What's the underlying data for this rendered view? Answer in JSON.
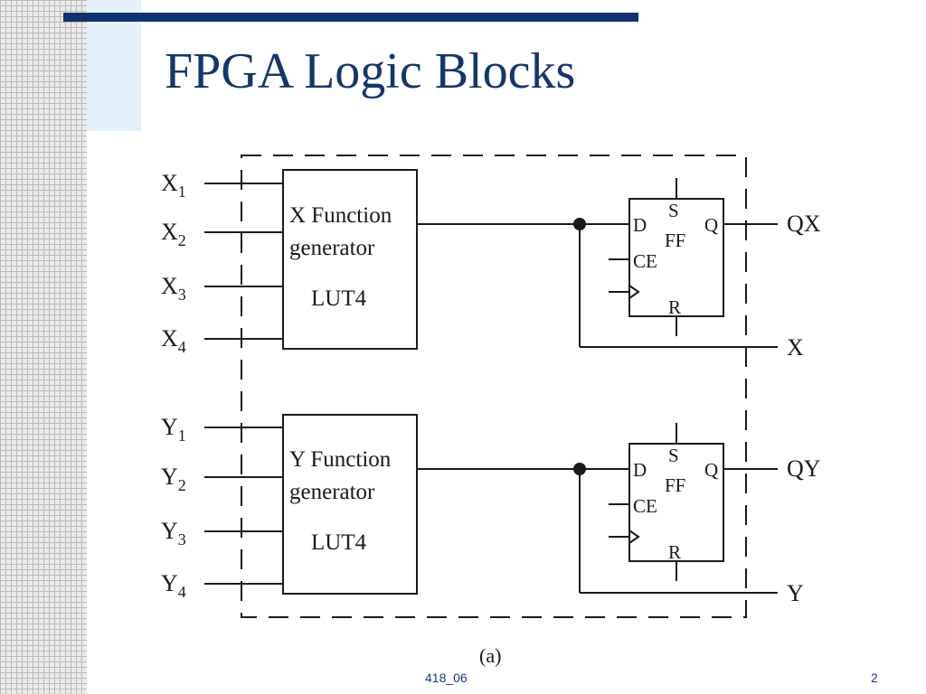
{
  "slide": {
    "title": "FPGA Logic Blocks",
    "footer_left": "418_06",
    "page_number": "2"
  },
  "diagram": {
    "caption": "(a)",
    "x_block": {
      "inputs": [
        {
          "letter": "X",
          "sub": "1"
        },
        {
          "letter": "X",
          "sub": "2"
        },
        {
          "letter": "X",
          "sub": "3"
        },
        {
          "letter": "X",
          "sub": "4"
        }
      ],
      "lut_line1": "X Function",
      "lut_line2": "generator",
      "lut_line3": "LUT4",
      "ff": {
        "s": "S",
        "d": "D",
        "ff": "FF",
        "q": "Q",
        "ce": "CE",
        "r": "R"
      },
      "out_q": "QX",
      "out_comb": "X"
    },
    "y_block": {
      "inputs": [
        {
          "letter": "Y",
          "sub": "1"
        },
        {
          "letter": "Y",
          "sub": "2"
        },
        {
          "letter": "Y",
          "sub": "3"
        },
        {
          "letter": "Y",
          "sub": "4"
        }
      ],
      "lut_line1": "Y Function",
      "lut_line2": "generator",
      "lut_line3": "LUT4",
      "ff": {
        "s": "S",
        "d": "D",
        "ff": "FF",
        "q": "Q",
        "ce": "CE",
        "r": "R"
      },
      "out_q": "QY",
      "out_comb": "Y"
    }
  }
}
